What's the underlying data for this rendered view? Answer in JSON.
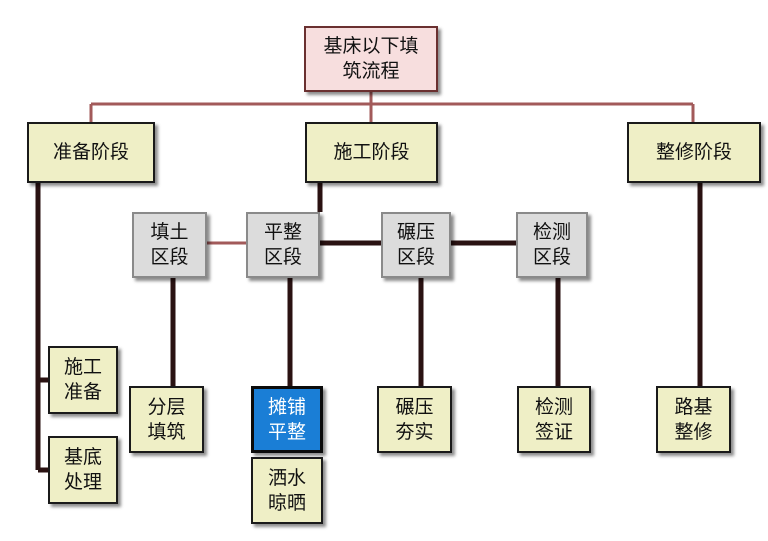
{
  "root": {
    "label": "基床以下填\n筑流程"
  },
  "phases": {
    "prep": {
      "label": "准备阶段"
    },
    "construct": {
      "label": "施工阶段"
    },
    "finish": {
      "label": "整修阶段"
    }
  },
  "sections": {
    "fill": {
      "label": "填土\n区段"
    },
    "level": {
      "label": "平整\n区段"
    },
    "compact": {
      "label": "碾压\n区段"
    },
    "inspect": {
      "label": "检测\n区段"
    }
  },
  "tasks": {
    "prep_work": {
      "label": "施工\n准备"
    },
    "base": {
      "label": "基底\n处理"
    },
    "layered_fill": {
      "label": "分层\n填筑"
    },
    "spread_level": {
      "label": "摊铺\n平整"
    },
    "water_dry": {
      "label": "洒水\n晾晒"
    },
    "roll_compact": {
      "label": "碾压\n夯实"
    },
    "inspect_sign": {
      "label": "检测\n签证"
    },
    "road_repair": {
      "label": "路基\n整修"
    }
  },
  "colors": {
    "connector": "#a25a5a",
    "connector_dark": "#2a1212",
    "root_fill": "#f7dede",
    "phase_fill": "#efefc6",
    "section_fill": "#dcdcdc",
    "active_fill": "#1a7ed6"
  }
}
